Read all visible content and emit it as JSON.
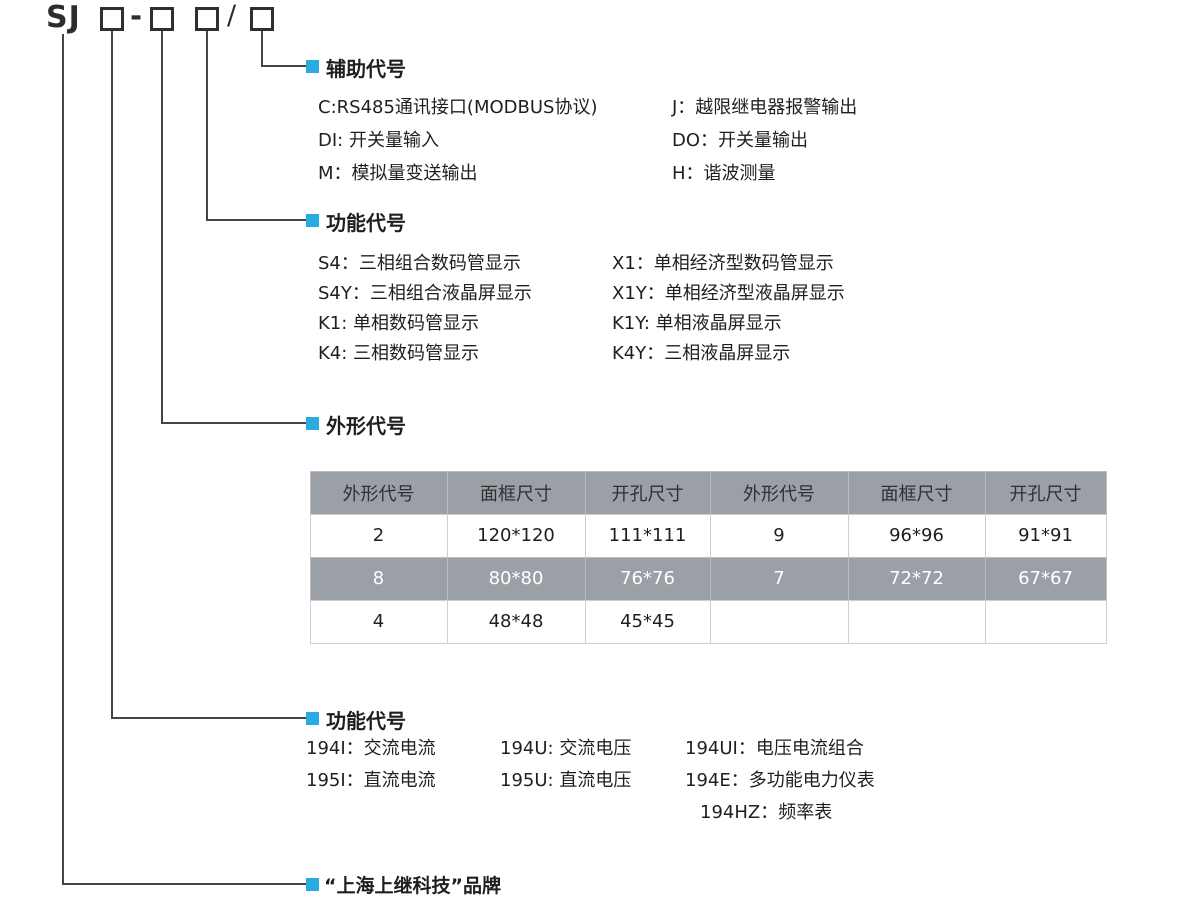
{
  "colors": {
    "accent": "#29abe2",
    "line": "#454545",
    "table_header_bg": "#9aa0a5",
    "table_highlight_bg": "#9aa0a5",
    "table_border": "#cdd0d3"
  },
  "model_code": {
    "prefix": "SJ",
    "dash": "-",
    "slash": "/"
  },
  "sections": {
    "auxiliary": {
      "title": "辅助代号",
      "items_left": [
        "C:RS485通讯接口(MODBUS协议)",
        "DI: 开关量输入",
        "M：模拟量变送输出"
      ],
      "items_right": [
        "J：越限继电器报警输出",
        "DO：开关量输出",
        "H：谐波测量"
      ]
    },
    "display": {
      "title": "功能代号",
      "items_left": [
        "S4：三相组合数码管显示",
        "S4Y：三相组合液晶屏显示",
        "K1: 单相数码管显示",
        "K4: 三相数码管显示"
      ],
      "items_right": [
        "X1：单相经济型数码管显示",
        "X1Y：单相经济型液晶屏显示",
        "K1Y: 单相液晶屏显示",
        "K4Y：三相液晶屏显示"
      ]
    },
    "shape": {
      "title": "外形代号",
      "table": {
        "headers": [
          "外形代号",
          "面框尺寸",
          "开孔尺寸",
          "外形代号",
          "面框尺寸",
          "开孔尺寸"
        ],
        "rows": [
          {
            "cells": [
              "2",
              "120*120",
              "111*111",
              "9",
              "96*96",
              "91*91"
            ],
            "highlight": false
          },
          {
            "cells": [
              "8",
              "80*80",
              "76*76",
              "7",
              "72*72",
              "67*67"
            ],
            "highlight": true
          },
          {
            "cells": [
              "4",
              "48*48",
              "45*45",
              "",
              "",
              ""
            ],
            "highlight": false
          }
        ]
      }
    },
    "function": {
      "title": "功能代号",
      "col1": [
        "194I：交流电流",
        "195I：直流电流"
      ],
      "col2": [
        "194U: 交流电压",
        "195U: 直流电压"
      ],
      "col3": [
        "194UI：电压电流组合",
        "194E：多功能电力仪表",
        "194HZ：频率表"
      ]
    },
    "brand": {
      "title": "“上海上继科技”品牌"
    }
  }
}
